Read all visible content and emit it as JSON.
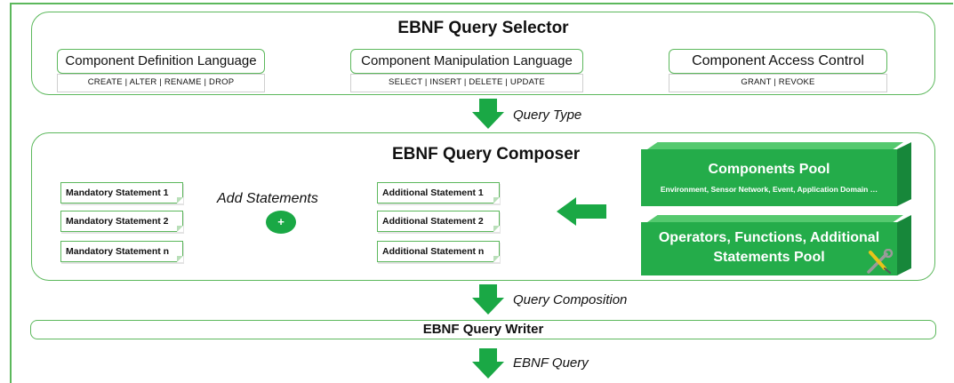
{
  "selector": {
    "title": "EBNF Query Selector",
    "languages": [
      {
        "name": "Component Definition Language",
        "keywords": "CREATE | ALTER | RENAME | DROP"
      },
      {
        "name": "Component Manipulation Language",
        "keywords": "SELECT | INSERT | DELETE | UPDATE"
      },
      {
        "name": "Component Access Control",
        "keywords": "GRANT | REVOKE"
      }
    ]
  },
  "arrows": {
    "query_type": "Query Type",
    "query_composition": "Query Composition",
    "ebnf_query": "EBNF Query"
  },
  "composer": {
    "title": "EBNF Query Composer",
    "mandatory": [
      "Mandatory Statement 1",
      "Mandatory Statement 2",
      "Mandatory Statement n"
    ],
    "add_label": "Add Statements",
    "add_button": "+",
    "additional": [
      "Additional Statement 1",
      "Additional Statement 2",
      "Additional Statement n"
    ],
    "components_pool": {
      "title": "Components Pool",
      "subtitle": "Environment, Sensor Network, Event, Application Domain …"
    },
    "operators_pool": {
      "line1": "Operators, Functions, Additional",
      "line2": "Statements Pool"
    },
    "tools_icon": "wrench-screwdriver-icon"
  },
  "writer": {
    "title": "EBNF Query Writer"
  },
  "colors": {
    "frame": "#5cb85c",
    "arrow": "#1aa845",
    "pool": "#24ac4a"
  }
}
